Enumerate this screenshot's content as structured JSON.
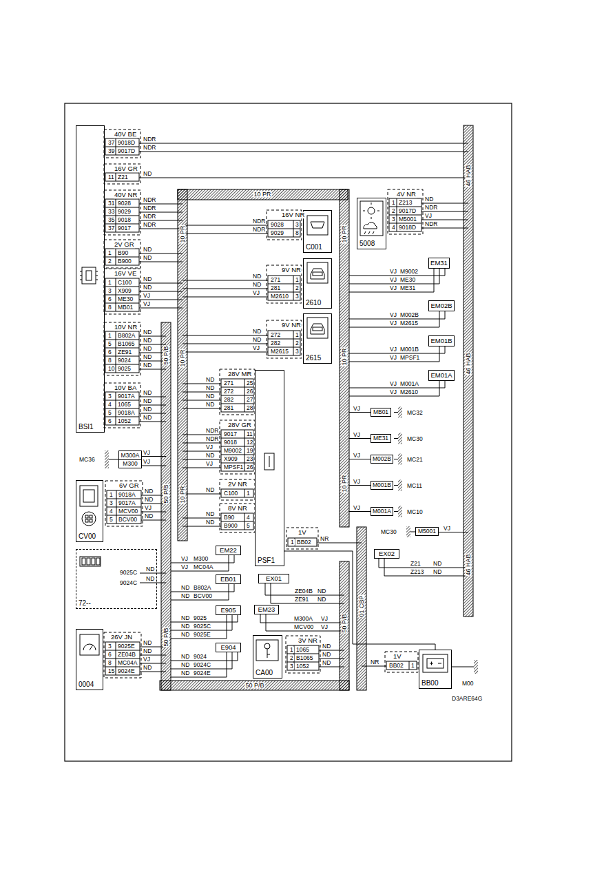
{
  "diagram": {
    "nodes": [
      {
        "text": [
          "BSI1"
        ]
      },
      {
        "text": [
          "C001"
        ]
      },
      {
        "text": [
          "2610"
        ]
      },
      {
        "text": [
          "2615"
        ]
      },
      {
        "text": [
          "5008"
        ]
      },
      {
        "text": [
          "EM31"
        ]
      },
      {
        "text": [
          "EM02B"
        ]
      },
      {
        "text": [
          "EM01B"
        ]
      },
      {
        "text": [
          "EM01A"
        ]
      },
      {
        "text": [
          "PSF1"
        ]
      },
      {
        "text": [
          "CV00"
        ]
      },
      {
        "text": [
          "72--"
        ]
      },
      {
        "text": [
          "0004"
        ]
      },
      {
        "text": [
          "CA00"
        ]
      },
      {
        "text": [
          "BB00"
        ]
      },
      {
        "text": [
          "EM22"
        ]
      },
      {
        "text": [
          "EB01"
        ]
      },
      {
        "text": [
          "EX01"
        ]
      },
      {
        "text": [
          "E905"
        ]
      },
      {
        "text": [
          "EM23"
        ]
      },
      {
        "text": [
          "E904"
        ]
      },
      {
        "text": [
          "EX02"
        ]
      },
      {
        "text": [
          "MB01"
        ]
      },
      {
        "text": [
          "ME31"
        ]
      },
      {
        "text": [
          "M002B"
        ]
      },
      {
        "text": [
          "M001B"
        ]
      },
      {
        "text": [
          "M001A"
        ]
      },
      {
        "text": [
          "M5001"
        ]
      },
      {
        "text": [
          "M300A",
          "M300"
        ]
      }
    ],
    "edges": [
      {
        "from": 9,
        "to": 14,
        "arrow": "none"
      }
    ],
    "labels": [
      "40V BE",
      "37",
      "9018D",
      "39",
      "9017D",
      "NDR",
      "NDR",
      "16V GR",
      "11",
      "Z21",
      "ND",
      "40V NR",
      "31",
      "9028",
      "33",
      "9029",
      "35",
      "9018",
      "37",
      "9017",
      "NDR",
      "NDR",
      "NDR",
      "NDR",
      "2V GR",
      "1",
      "B90",
      "2",
      "B900",
      "ND",
      "ND",
      "16V VE",
      "1",
      "C100",
      "3",
      "X909",
      "6",
      "ME30",
      "8",
      "MB01",
      "ND",
      "ND",
      "VJ",
      "VJ",
      "10V NR",
      "1",
      "B802A",
      "5",
      "B1065",
      "6",
      "ZE91",
      "8",
      "9024",
      "10",
      "9025",
      "ND",
      "ND",
      "ND",
      "ND",
      "ND",
      "10V BA",
      "3",
      "9017A",
      "4",
      "1065",
      "5",
      "9018A",
      "6",
      "1052",
      "ND",
      "ND",
      "ND",
      "ND",
      "16V NR",
      "9028",
      "3",
      "9029",
      "8",
      "NDR",
      "NDR",
      "9V NR",
      "271",
      "1",
      "281",
      "2",
      "M2610",
      "3",
      "ND",
      "ND",
      "VJ",
      "9V NR",
      "272",
      "1",
      "282",
      "2",
      "M2615",
      "3",
      "ND",
      "ND",
      "VJ",
      "28V MR",
      "271",
      "25",
      "272",
      "26",
      "282",
      "27",
      "281",
      "28",
      "ND",
      "ND",
      "ND",
      "ND",
      "28V GR",
      "9017",
      "11",
      "9018",
      "12",
      "M9002",
      "19",
      "X909",
      "23",
      "MPSF1",
      "26",
      "NDR",
      "NDR",
      "VJ",
      "ND",
      "VJ",
      "2V NR",
      "C100",
      "1",
      "ND",
      "8V NR",
      "B90",
      "4",
      "B900",
      "5",
      "ND",
      "ND",
      "1V",
      "1",
      "BB02",
      "NR",
      "4V NR",
      "1",
      "Z213",
      "2",
      "9017D",
      "3",
      "M5001",
      "4",
      "9018D",
      "ND",
      "NDR",
      "VJ",
      "NDR",
      "6V GR",
      "1",
      "9018A",
      "3",
      "9017A",
      "4",
      "MCV00",
      "5",
      "BCV00",
      "ND",
      "ND",
      "VJ",
      "ND",
      "26V JN",
      "3",
      "9025E",
      "6",
      "ZE04B",
      "8",
      "MC04A",
      "15",
      "9024E",
      "ND",
      "ND",
      "VJ",
      "ND",
      "3V NR",
      "1",
      "1065",
      "2",
      "B1065",
      "3",
      "1052",
      "ND",
      "ND",
      "ND",
      "1V",
      "BB02",
      "1",
      "NR",
      "VJ",
      "M300",
      "VJ",
      "MC04A",
      "ND",
      "B802A",
      "ND",
      "BCV00",
      "ND",
      "9025",
      "ND",
      "9025C",
      "ND",
      "9025E",
      "ND",
      "9024",
      "ND",
      "9024C",
      "ND",
      "9024E",
      "ZE04B",
      "ND",
      "ZE91",
      "ND",
      "M300A",
      "VJ",
      "MCV00",
      "VJ",
      "Z21",
      "ND",
      "Z213",
      "ND",
      "VJ",
      "M9002",
      "VJ",
      "ME30",
      "VJ",
      "ME31",
      "VJ",
      "M002B",
      "VJ",
      "M2615",
      "VJ",
      "M001B",
      "VJ",
      "MPSF1",
      "VJ",
      "M001A",
      "VJ",
      "M2610",
      "9025C",
      "ND",
      "9024C",
      "ND",
      "VJ",
      "MC32",
      "VJ",
      "MC30",
      "VJ",
      "MC21",
      "VJ",
      "MC11",
      "VJ",
      "MC10",
      "MC30",
      "VJ",
      "MC36",
      "VJ",
      "VJ",
      "10 PR",
      "10 PR",
      "10 PR",
      "10 PR",
      "10 PR",
      "10 PR",
      "10 PR",
      "50 P/B",
      "50 P/B",
      "50 P/B",
      "50 P/B",
      "50 P/B",
      "01 CBP",
      "46 HAB",
      "46 HAB",
      "46 HAB",
      "D3ARE64G",
      "M00"
    ]
  }
}
